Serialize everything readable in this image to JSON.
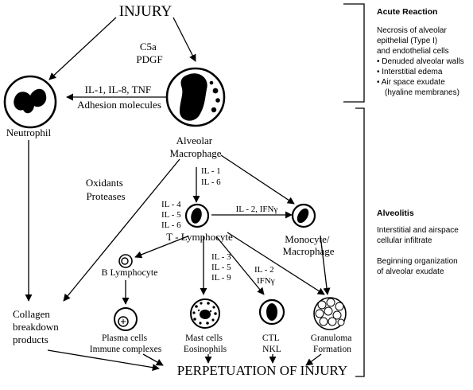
{
  "diagram": {
    "top_title": "INJURY",
    "bottom_title": "PERPETUATION OF INJURY",
    "mediators_top": [
      "C5a",
      "PDGF"
    ],
    "to_neutrophil": [
      "IL-1, IL-8, TNF",
      "Adhesion molecules"
    ],
    "oxidants_proteases": [
      "Oxidants",
      "Proteases"
    ],
    "il_1_6": [
      "IL - 1",
      "IL - 6"
    ],
    "il_2_ifn_monocyte": "IL - 2, IFNγ",
    "il_4_5_6": [
      "IL - 4",
      "IL - 5",
      "IL - 6"
    ],
    "il_3_5_9": [
      "IL - 3",
      "IL - 5",
      "IL - 9"
    ],
    "il_2_ifn_ctl": [
      "IL - 2",
      "IFNγ"
    ],
    "nodes": {
      "neutrophil": "Neutrophil",
      "alveolar_macrophage": [
        "Alveolar",
        "Macrophage"
      ],
      "t_lymphocyte": "T - Lymphocyte",
      "monocyte_macrophage": [
        "Monocyte/",
        "Macrophage"
      ],
      "b_lymphocyte": "B Lymphocyte",
      "collagen": [
        "Collagen",
        "breakdown",
        "products"
      ],
      "plasma_cells": [
        "Plasma cells",
        "Immune complexes"
      ],
      "mast_cells": [
        "Mast cells",
        "Eosinophils"
      ],
      "ctl": [
        "CTL",
        "NKL"
      ],
      "granuloma": [
        "Granuloma",
        "Formation"
      ]
    }
  },
  "side_panel": {
    "acute_title": "Acute Reaction",
    "acute_lines": [
      "Necrosis of alveolar",
      "epithelial (Type I)",
      "and endothelial cells"
    ],
    "acute_bullets": [
      "• Denuded alveolar walls",
      "• Interstitial edema",
      "• Air space exudate",
      "(hyaline membranes)"
    ],
    "alveolitis_title": "Alveolitis",
    "alveolitis_lines_1": [
      "Interstitial and airspace",
      "cellular infiltrate"
    ],
    "alveolitis_lines_2": [
      "Beginning organization",
      "of alveolar exudate"
    ]
  }
}
